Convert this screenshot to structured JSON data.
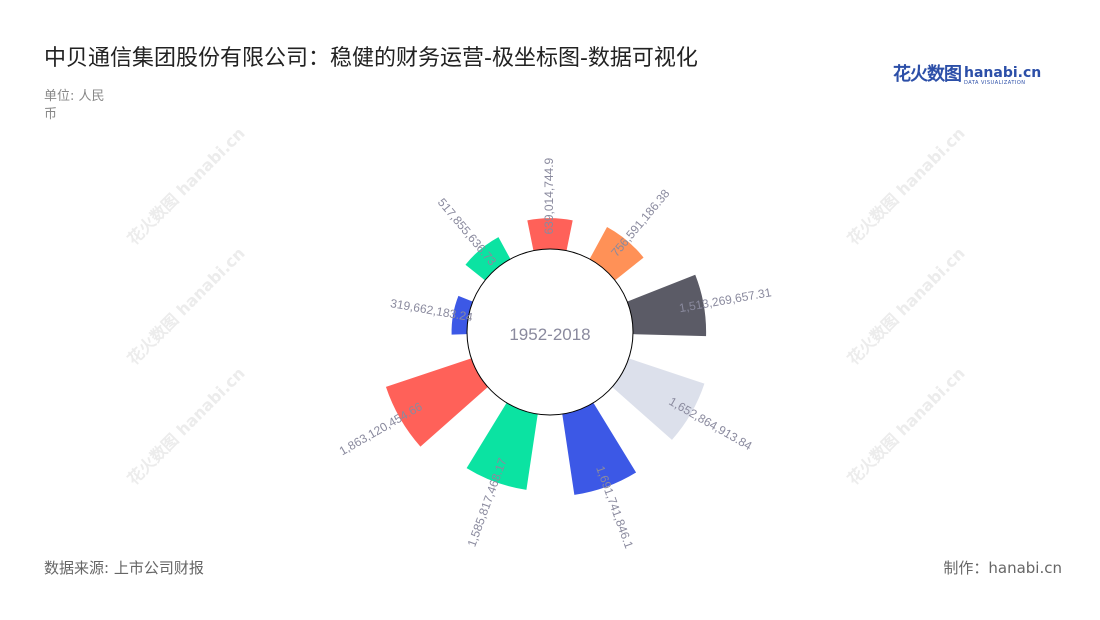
{
  "title": "中贝通信集团股份有限公司：稳健的财务运营-极坐标图-数据可视化",
  "unit": "单位: 人民币",
  "logo": {
    "cn": "花火数图",
    "en": "hanabi.cn",
    "tagline": "DATA VISUALIZATION"
  },
  "watermark": "花火数图 hanabi.cn",
  "footer": {
    "source": "数据来源: 上市公司财报",
    "credit": "制作：hanabi.cn"
  },
  "chart_data": {
    "type": "bar",
    "coordinate_system": "polar",
    "center_label": "1952-2018",
    "values": [
      639014744.9,
      756591186.38,
      1513269657.31,
      1652864913.84,
      1691741846.1,
      1585817468.17,
      1863120454.66,
      319662183.24,
      517855636.73
    ],
    "labels": [
      "639,014,744.9",
      "756,591,186.38",
      "1,513,269,657.31",
      "1,652,864,913.84",
      "1,691,741,846.1",
      "1,585,817,468.17",
      "1,863,120,454.66",
      "319,662,183.24",
      "517,855,636.73"
    ],
    "colors": [
      "#FF6159",
      "#FF9157",
      "#5B5B66",
      "#DCE0EB",
      "#3C58E6",
      "#0BE3A2",
      "#FF6159",
      "#3C58E6",
      "#0BE3A2"
    ],
    "label_color": "#8A8A9E",
    "legend": "none",
    "grid": false
  }
}
